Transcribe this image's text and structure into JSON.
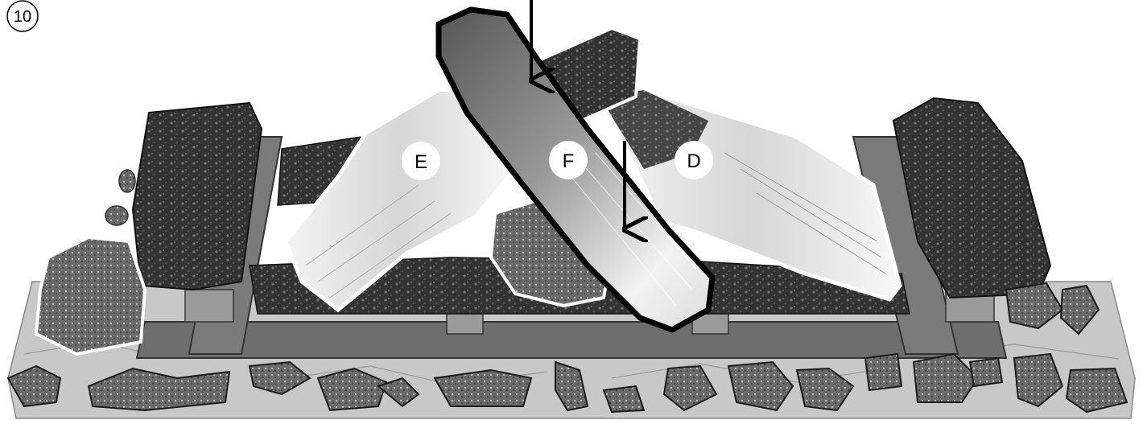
{
  "step_number": "10",
  "log_labels": [
    "E",
    "F",
    "D"
  ],
  "colors": {
    "ember_bed": "#c8c8c8",
    "grate": "#6e6e6e",
    "grate_dark": "#4a4a4a",
    "dark_log": "#2e2e2e",
    "light_log": "#ebebeb",
    "rock": "#7a7a7a",
    "outline": "#000000",
    "label_circle": "#ffffff"
  },
  "icons": [
    "arrow-down-icon",
    "arrow-down-icon"
  ]
}
